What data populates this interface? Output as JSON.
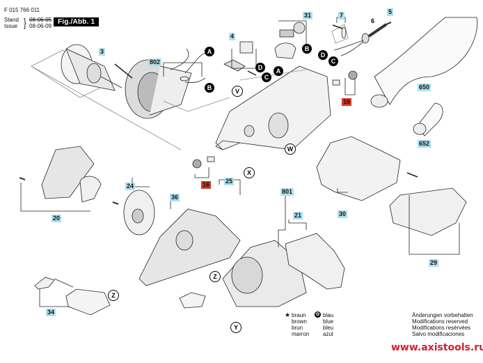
{
  "header": {
    "document_number": "F 015 766 011",
    "stand_label": "Stand",
    "issue_label": "Issue",
    "stand_date": "08-06-05",
    "issue_date": "08-06-09",
    "figure_label": "Fig./Abb. 1"
  },
  "part_numbers": {
    "p3": "3",
    "p4": "4",
    "p5": "5",
    "p6": "6",
    "p7": "7",
    "p16a": "16",
    "p16b": "16",
    "p20": "20",
    "p21": "21",
    "p24": "24",
    "p25": "25",
    "p29": "29",
    "p30": "30",
    "p31": "31",
    "p34": "34",
    "p36": "36",
    "p650": "650",
    "p652": "652",
    "p801": "801",
    "p802": "802"
  },
  "label_colors": {
    "standard": "#aee0ef",
    "highlighted": "#d23a25"
  },
  "connector_callouts": {
    "A": "A",
    "B": "B",
    "C": "C",
    "D": "D"
  },
  "view_callouts": {
    "V": "V",
    "W": "W",
    "X": "X",
    "Y": "Y",
    "Z": "Z"
  },
  "legend": {
    "brown_symbol": "★",
    "brown": [
      "braun",
      "brown",
      "brun",
      "marron"
    ],
    "blue_symbol": "✿",
    "blue": [
      "blau",
      "blue",
      "bleu",
      "azul"
    ],
    "modifications": [
      "Änderungen vorbehalten",
      "Modifications reserved",
      "Modifications resérvées",
      "Salvo modificaciones"
    ]
  },
  "watermark": "www.axistools.ru"
}
